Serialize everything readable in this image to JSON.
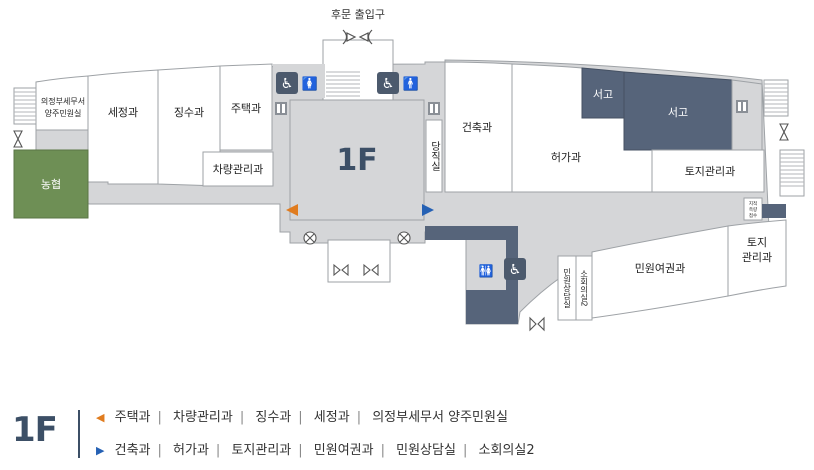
{
  "floor_label": "1F",
  "rear_entrance": "후문 출입구",
  "rooms": {
    "uijeongbu_tax": [
      "의정부세무서",
      "양주민원실"
    ],
    "sejeong": "세정과",
    "jingsu": "징수과",
    "jutaek": "주택과",
    "vehicle": "차량관리과",
    "nonghyup": "농협",
    "center_floor": "1F",
    "duty_room": "당직실",
    "building": "건축과",
    "permit": "허가과",
    "archive1": "서고",
    "archive2": "서고",
    "land_mgmt": "토지관리과",
    "land_small": [
      "지적",
      "측량",
      "접수"
    ],
    "civil_passport": "민원여권과",
    "land_admin": [
      "토지",
      "관리과"
    ],
    "consult": "민원상담실",
    "meeting": "소회의실2"
  },
  "legend": {
    "left_items": [
      "주택과",
      "차량관리과",
      "징수과",
      "세정과",
      "의정부세무서 양주민원실"
    ],
    "right_items": [
      "건축과",
      "허가과",
      "토지관리과",
      "민원여권과",
      "민원상담실",
      "소회의실2"
    ],
    "left_color": "#e07c1f",
    "right_color": "#2561b4"
  },
  "icons": [
    "wheelchair-icon",
    "restroom-female-icon",
    "restroom-male-icon",
    "elevator-icon",
    "door-icon"
  ],
  "colors": {
    "corridor": "#d5d6d8",
    "room": "#ffffff",
    "archive": "#56647a",
    "nonghyup": "#6e8f55",
    "floor_text": "#3c4f66"
  }
}
